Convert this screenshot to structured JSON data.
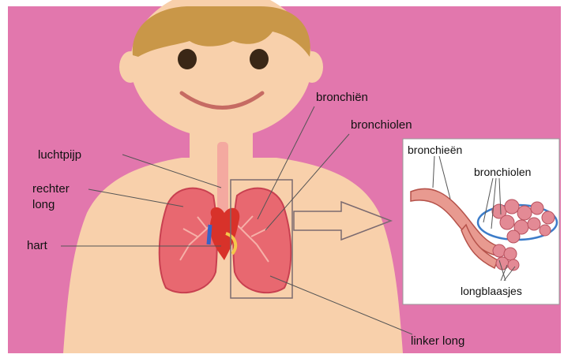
{
  "labels": {
    "luchtpijp": "luchtpijp",
    "rechter_long_1": "rechter",
    "rechter_long_2": "long",
    "hart": "hart",
    "bronchien": "bronchiën",
    "bronchiolen": "bronchiolen",
    "linker_long": "linker long"
  },
  "inset": {
    "bronchieen": "bronchieën",
    "bronchiolen": "bronchiolen",
    "longblaasjes": "longblaasjes"
  },
  "colors": {
    "background": "#e277ad",
    "skin": "#f8d0ab",
    "hair": "#c99748",
    "lung": "#e86870",
    "heart": "#d8322a"
  }
}
